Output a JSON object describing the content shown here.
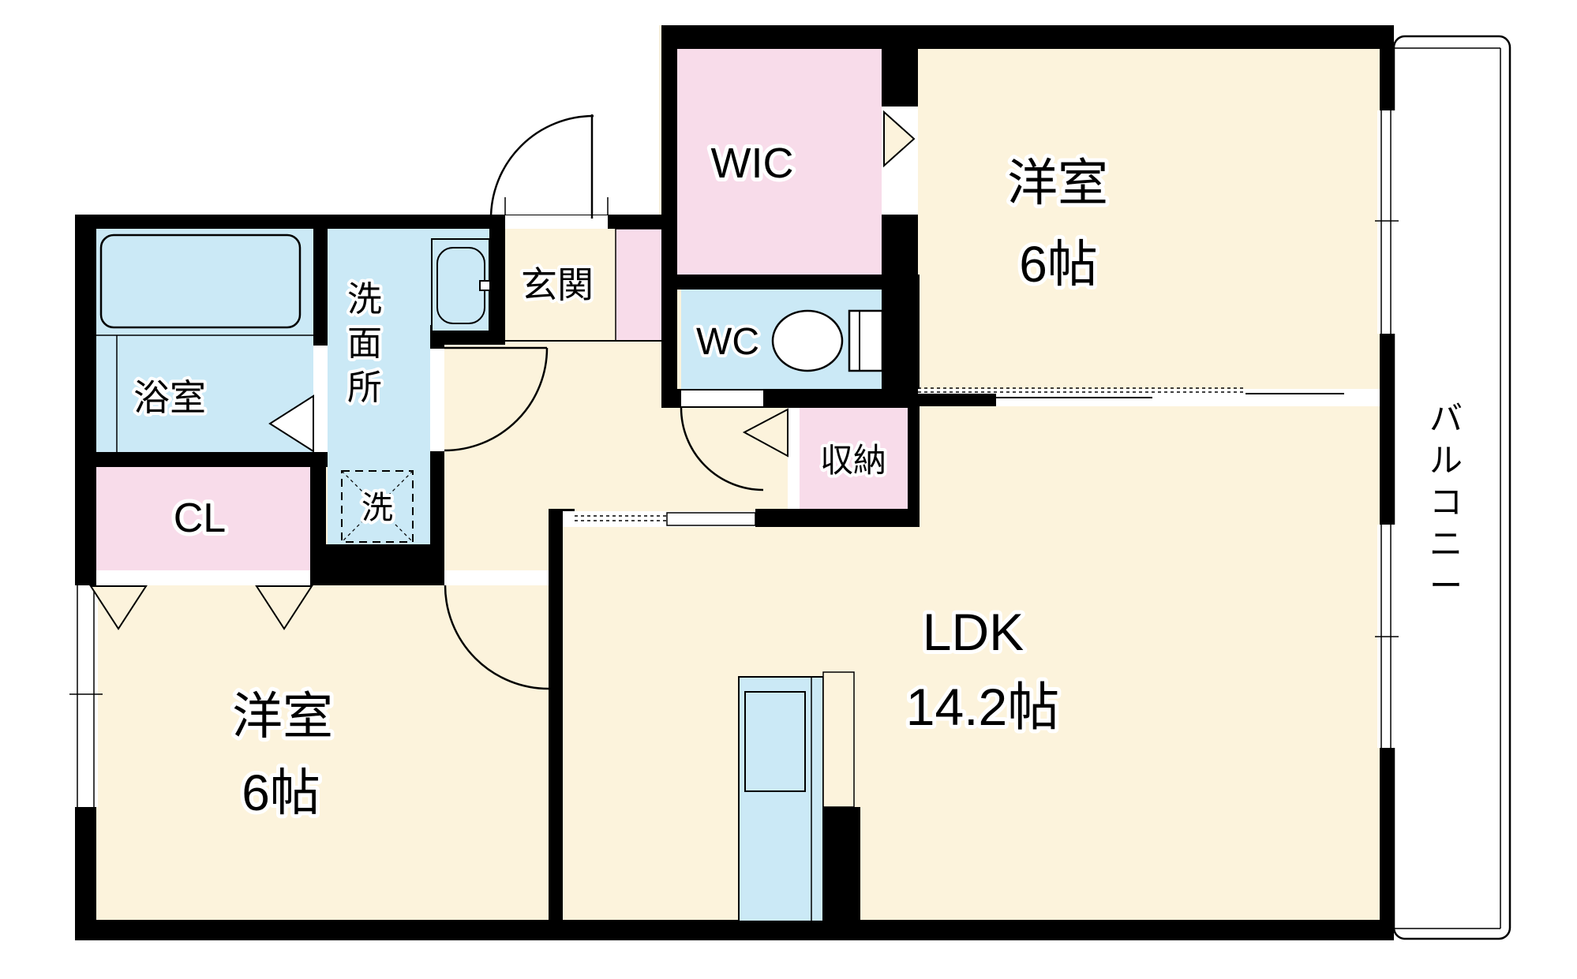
{
  "floorplan": {
    "colors": {
      "wall": "#000000",
      "floor_cream": "#FCF3DC",
      "wet_area_blue": "#CBE9F6",
      "closet_pink": "#F8DCEA",
      "background": "#FFFFFF"
    },
    "rooms": {
      "bathroom": {
        "label": "浴室"
      },
      "washroom": {
        "label": "洗面所",
        "chars": [
          "洗",
          "面",
          "所"
        ]
      },
      "washer_pan": {
        "label": "洗"
      },
      "entrance": {
        "label": "玄関"
      },
      "wic": {
        "label": "WIC"
      },
      "wc": {
        "label": "WC"
      },
      "storage": {
        "label": "収納"
      },
      "closet": {
        "label": "CL"
      },
      "bedroom_top": {
        "label": "洋室",
        "size": "6帖"
      },
      "bedroom_left": {
        "label": "洋室",
        "size": "6帖"
      },
      "ldk": {
        "label": "LDK",
        "size": "14.2帖"
      },
      "balcony": {
        "label": "バルコニー",
        "chars": [
          "バ",
          "ル",
          "コ",
          "ニ",
          "ー"
        ]
      }
    }
  }
}
